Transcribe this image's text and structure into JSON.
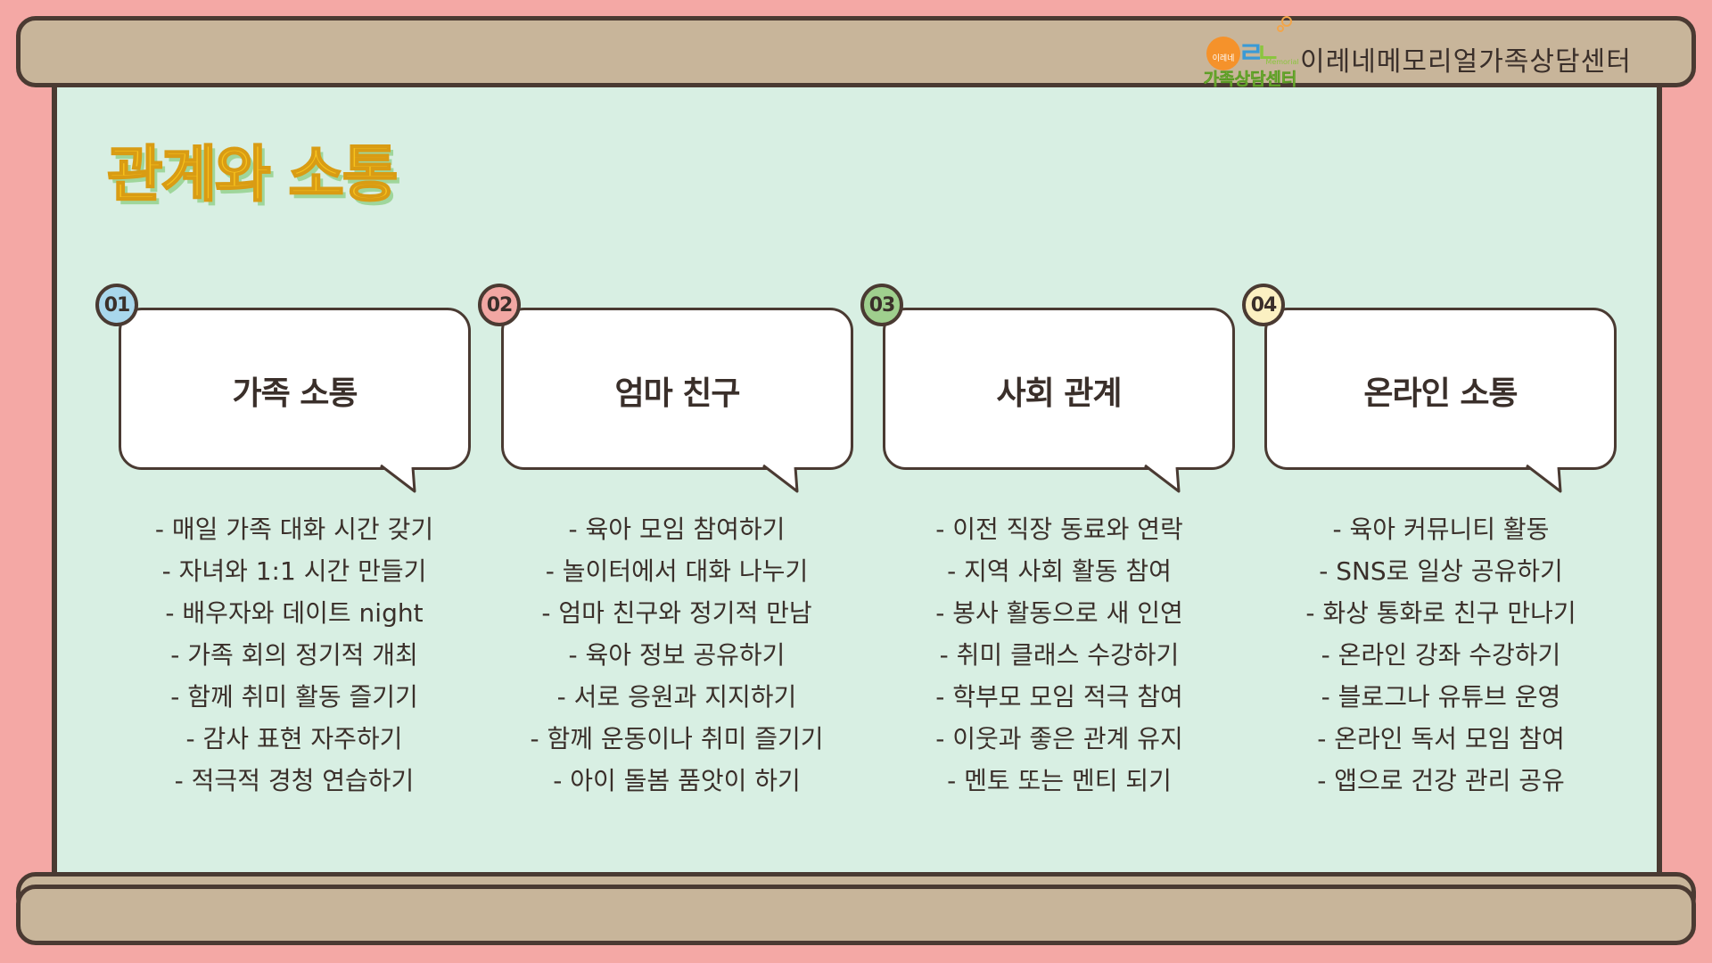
{
  "header": {
    "org_name": "이레네메모리얼가족상담센터",
    "logo": {
      "icon": "memorial-family-counseling-center-logo",
      "line1": "이레네",
      "line2": "Memorial",
      "line3": "가족상담센터"
    }
  },
  "page": {
    "title": "관계와 소통"
  },
  "colors": {
    "badge1": "#a9d7ec",
    "badge2": "#f2a7a3",
    "badge3": "#9fcf8e",
    "badge4": "#fbf0c2",
    "title": "#f7c21d"
  },
  "cards": [
    {
      "number": "01",
      "title": "가족 소통",
      "items": [
        "- 매일 가족 대화 시간 갖기",
        "- 자녀와 1:1 시간 만들기",
        "- 배우자와 데이트 night",
        "- 가족 회의 정기적 개최",
        "- 함께 취미 활동 즐기기",
        "- 감사 표현 자주하기",
        "- 적극적 경청 연습하기"
      ]
    },
    {
      "number": "02",
      "title": "엄마 친구",
      "items": [
        "- 육아 모임 참여하기",
        "- 놀이터에서 대화 나누기",
        "- 엄마 친구와 정기적 만남",
        "- 육아 정보 공유하기",
        "- 서로 응원과 지지하기",
        "- 함께 운동이나 취미 즐기기",
        "- 아이 돌봄 품앗이 하기"
      ]
    },
    {
      "number": "03",
      "title": "사회 관계",
      "items": [
        "- 이전 직장 동료와 연락",
        "- 지역 사회 활동 참여",
        "- 봉사 활동으로 새 인연",
        "- 취미 클래스 수강하기",
        "- 학부모 모임 적극 참여",
        "- 이웃과 좋은 관계 유지",
        "- 멘토 또는 멘티 되기"
      ]
    },
    {
      "number": "04",
      "title": "온라인 소통",
      "items": [
        "- 육아 커뮤니티 활동",
        "- SNS로 일상 공유하기",
        "- 화상 통화로 친구 만나기",
        "- 온라인 강좌 수강하기",
        "- 블로그나 유튜브 운영",
        "- 온라인 독서 모임 참여",
        "- 앱으로 건강 관리 공유"
      ]
    }
  ]
}
